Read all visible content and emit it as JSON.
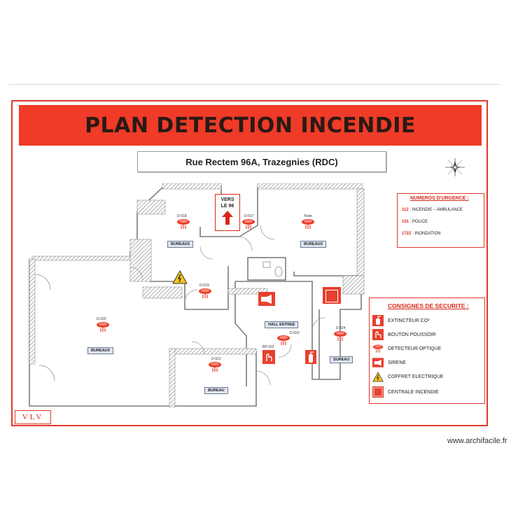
{
  "title": "PLAN DETECTION INCENDIE",
  "address": "Rue Rectem 96A, Trazegnies (RDC)",
  "urgency": {
    "title": "NUMEROS D'URGENCE :",
    "lines": [
      {
        "num": "112",
        "text": " : INCENDIE – AMBULANCE"
      },
      {
        "num": "101",
        "text": " : POLICE"
      },
      {
        "num": "1722",
        "text": " : INONDATION"
      }
    ]
  },
  "legend": {
    "title": "CONSIGNES DE SECURITE :",
    "items": [
      {
        "icon": "extinguisher-icon",
        "label": "EXTINCTEUR CO²"
      },
      {
        "icon": "push-button-icon",
        "label": "BOUTON POUSSOIR"
      },
      {
        "icon": "smoke-detector-icon",
        "label": "DETECTEUR OPTIQUE"
      },
      {
        "icon": "siren-icon",
        "label": "SIRENE"
      },
      {
        "icon": "electrical-warning-icon",
        "label": "COFFRET ELECTRIQUE"
      },
      {
        "icon": "fire-panel-icon",
        "label": "CENTRALE INCENDIE"
      }
    ]
  },
  "rooms": {
    "bureaux_top_left": "BUREAUX",
    "bureaux_top_right": "BUREAUX",
    "bureaux_left": "BUREAUX",
    "bureau_bottom": "BUREAU",
    "hall": "HALL ENTREE",
    "sureau": "SUREAU"
  },
  "detectors": {
    "d018": "D-018",
    "d017": "D-017",
    "d016": "Teste",
    "d019": "D-019",
    "d020": "D-020",
    "d021": "D-021",
    "d023": "D-023",
    "d024": "D-024",
    "bp022": "BP-022"
  },
  "vers": {
    "line1": "VERS",
    "line2": "LE 96"
  },
  "stamp": "VLV",
  "watermark": "www.archifacile.fr",
  "colors": {
    "accent": "#ef3b28",
    "frame": "#e03a2a",
    "label_bg": "#dfe6f2"
  }
}
